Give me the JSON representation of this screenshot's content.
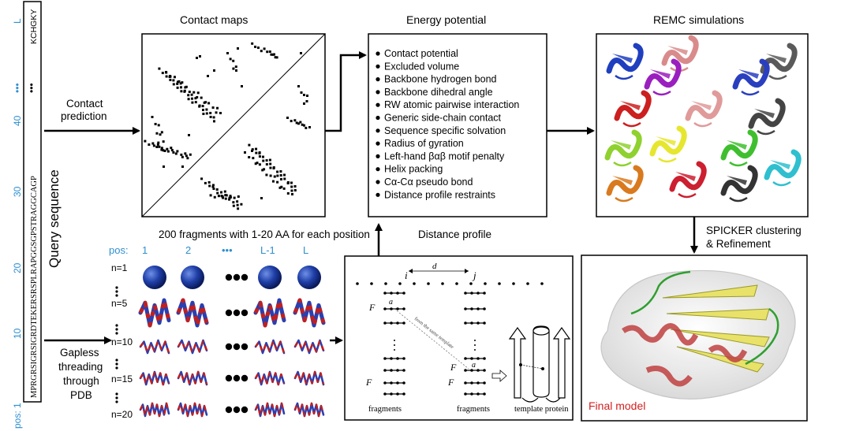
{
  "query": {
    "title": "Query sequence",
    "seq_bottom": "MPRGRSIGRSIGRDTEKERSRSPLRAPGGSGPSTRAGGCAGP",
    "seq_top": "KCHGKY",
    "ellipsis": "•••",
    "axis_labels": [
      "pos: 1",
      "10",
      "20",
      "30",
      "40",
      "•••",
      "L"
    ]
  },
  "contact_prediction": {
    "line1": "Contact",
    "line2": "prediction"
  },
  "threading": {
    "line1": "Gapless",
    "line2": "threading",
    "line3": "through",
    "line4": "PDB"
  },
  "contact_maps": {
    "title": "Contact maps"
  },
  "energy": {
    "title": "Energy potential",
    "terms": [
      "Contact potential",
      "Excluded volume",
      "Backbone hydrogen bond",
      "Backbone dihedral angle",
      "RW atomic pairwise interaction",
      "Generic side-chain contact",
      "Sequence specific solvation",
      "Radius of gyration",
      "Left-hand βαβ motif penalty",
      "Helix packing",
      "Cα-Cα pseudo bond",
      "Distance profile restraints"
    ]
  },
  "remc": {
    "title": "REMC simulations",
    "model_colors": [
      "#1f3fbf",
      "#d98b8b",
      "#5a5a5a",
      "#9b1fbf",
      "#2a3fbf",
      "#cc1f1f",
      "#e09a9a",
      "#444444",
      "#8fd12f",
      "#e6e62f",
      "#3fbf2f",
      "#d97a1f",
      "#cc1f2f",
      "#333333",
      "#2fbfcf"
    ]
  },
  "fragments": {
    "title": "200 fragments with 1-20 AA for each position",
    "pos_label": "pos:",
    "columns": [
      "1",
      "2",
      "•••",
      "L-1",
      "L"
    ],
    "rows": [
      "n=1",
      "n=5",
      "n=10",
      "n=15",
      "n=20"
    ],
    "sphere_color": "#1f3fa8"
  },
  "distance_profile": {
    "title": "Distance profile",
    "i": "i",
    "j": "j",
    "dij": "d",
    "fragments_label_1": "fragments",
    "fragments_label_2": "fragments",
    "template_label": "template protein",
    "diag_note": "from the same template",
    "f_i1": "F",
    "f_i200": "F",
    "f_j1": "F",
    "f_j200": "F",
    "a_ik": "a",
    "a_jl": "a"
  },
  "spicker": {
    "line1": "SPICKER clustering",
    "line2": "& Refinement"
  },
  "final_model": {
    "label": "Final model",
    "label_color": "#d42020"
  },
  "colors": {
    "accent_blue": "#2f8fd0"
  }
}
